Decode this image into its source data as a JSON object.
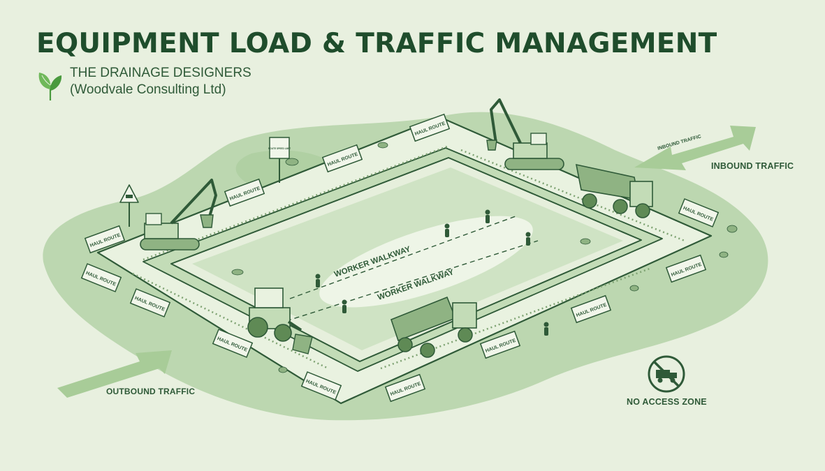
{
  "title": "EQUIPMENT LOAD & TRAFFIC MANAGEMENT",
  "brand": {
    "name": "THE DRAINAGE DESIGNERS",
    "subtitle": "(Woodvale Consulting Ltd)",
    "logo_icon": "leaf-icon"
  },
  "signs": {
    "haul_route": "HAUL ROUTE",
    "speed_sign": "ROUTE SPEED LIMIT"
  },
  "walkways": [
    "WORKER WALKWAY",
    "WORKER WALKWAY"
  ],
  "traffic": {
    "inbound": "INBOUND TRAFFIC",
    "inbound_arrow": "INBOUND TRAFFIC",
    "outbound": "OUTBOUND TRAFFIC"
  },
  "no_access": {
    "label": "NO ACCESS ZONE",
    "icon": "no-truck-icon"
  },
  "colors": {
    "background": "#e8f0df",
    "title": "#1f4d2c",
    "ground": "#bcd7b0",
    "road": "#e9f2e0",
    "outline": "#2f5a38",
    "arrow": "#a8cc98"
  }
}
